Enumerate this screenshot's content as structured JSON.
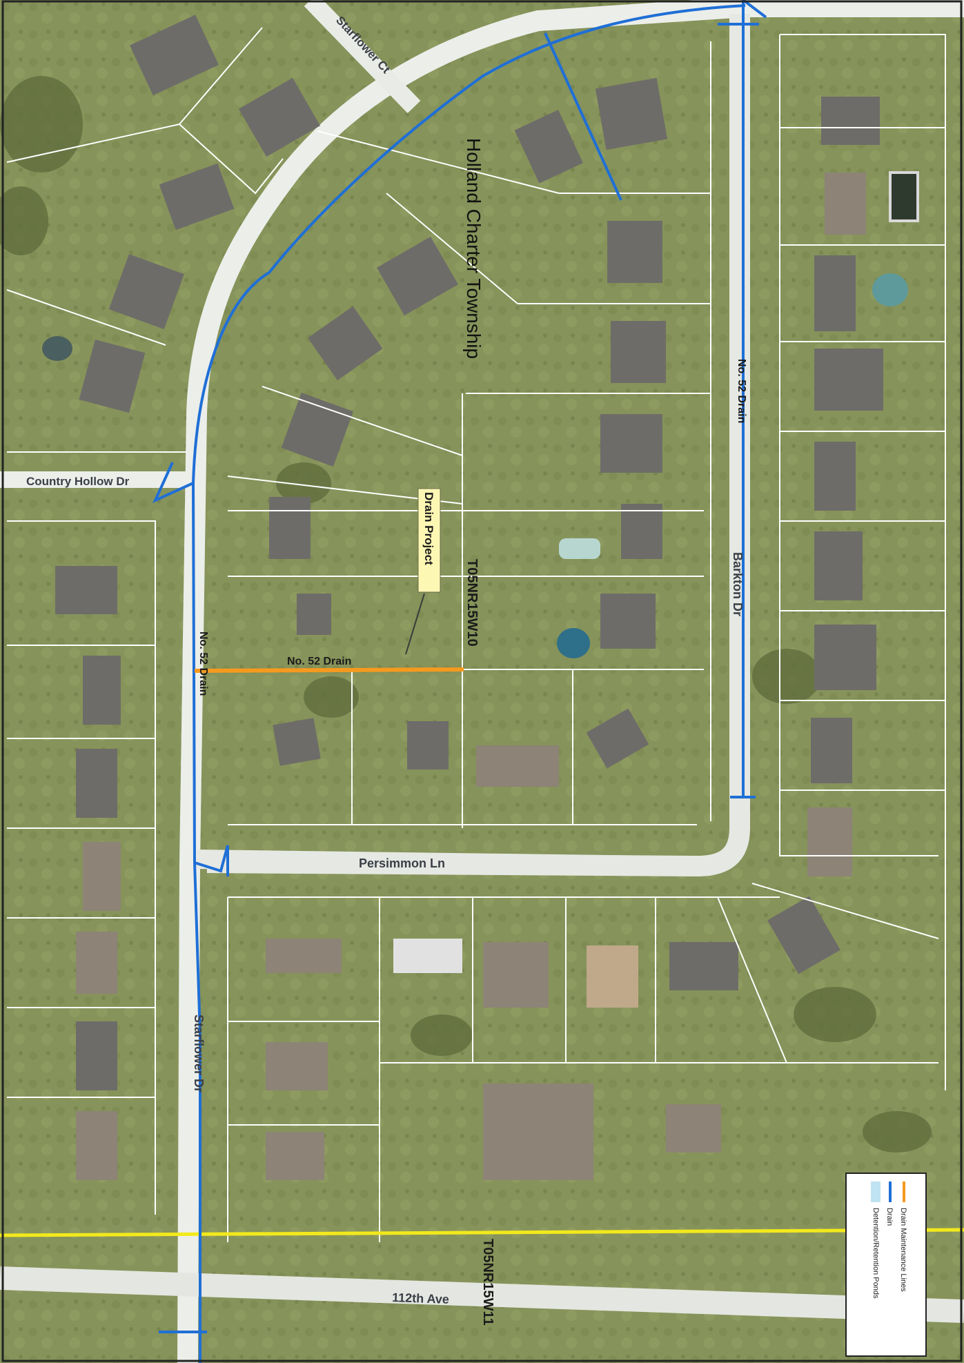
{
  "map": {
    "township_label": "Holland Charter Township",
    "section_labels": [
      "T05NR15W10",
      "T05NR15W11"
    ],
    "callout": "Drain Project",
    "roads": {
      "starflower_ct": "Starflower Ct",
      "country_hollow": "Country Hollow Dr",
      "starflower_dr": "Starflower Dr",
      "persimmon": "Persimmon Ln",
      "barkton": "Barkton Dr",
      "avenue_112": "112th Ave"
    },
    "drain_labels": {
      "project": "No. 52 Drain",
      "west": "No. 52 Drain",
      "east": "No. 52 Drain"
    },
    "colors": {
      "aerial_base": "#7d8a56",
      "lawn": "#8f9d5e",
      "roof": "#6d6b68",
      "road": "#f4f4f2",
      "parcel_line": "#ffffff",
      "drain": "#1f6fd6",
      "maintenance": "#f59a1f",
      "section_line": "#f3e91c",
      "pond": "#bfe3f2"
    }
  },
  "legend": {
    "items": [
      {
        "label": "Drain Maintenance Lines",
        "color": "#f59a1f",
        "icon": "line-swatch"
      },
      {
        "label": "Drain",
        "color": "#1f6fd6",
        "icon": "line-swatch"
      },
      {
        "label": "Detention/Retention Ponds",
        "color": "#bfe3f2",
        "icon": "area-swatch"
      }
    ]
  }
}
